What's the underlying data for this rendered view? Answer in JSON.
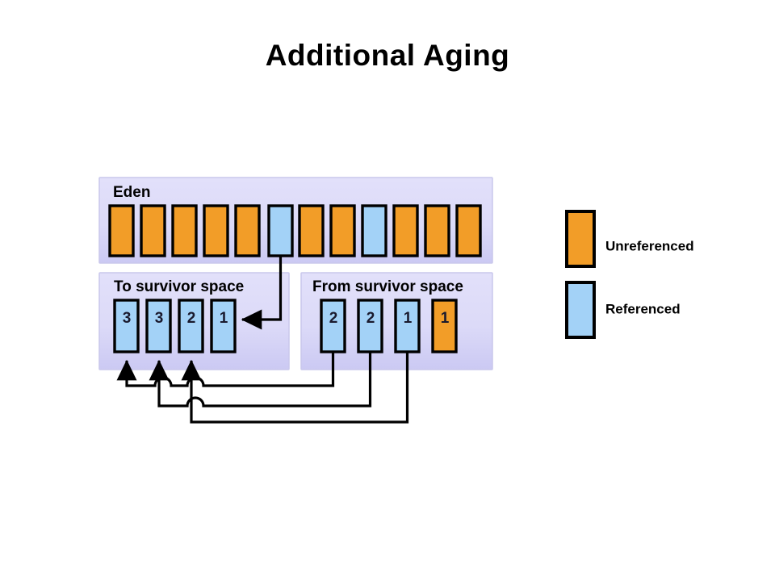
{
  "slide": {
    "title": "Additional Aging",
    "background_color": "#ffffff"
  },
  "colors": {
    "unreferenced": "#F29D28",
    "referenced": "#A3D2F7",
    "block_border": "#000000",
    "panel_top": "#DFDDF9",
    "panel_bottom": "#CDCBF4",
    "panel_border": "#C9C7EC",
    "wire": "#000000",
    "title_text": "#000000"
  },
  "panels": {
    "eden": {
      "label": "Eden",
      "blocks": [
        {
          "state": "unreferenced",
          "value": ""
        },
        {
          "state": "unreferenced",
          "value": ""
        },
        {
          "state": "unreferenced",
          "value": ""
        },
        {
          "state": "unreferenced",
          "value": ""
        },
        {
          "state": "unreferenced",
          "value": ""
        },
        {
          "state": "referenced",
          "value": ""
        },
        {
          "state": "unreferenced",
          "value": ""
        },
        {
          "state": "unreferenced",
          "value": ""
        },
        {
          "state": "referenced",
          "value": ""
        },
        {
          "state": "unreferenced",
          "value": ""
        },
        {
          "state": "unreferenced",
          "value": ""
        },
        {
          "state": "unreferenced",
          "value": ""
        }
      ]
    },
    "to_survivor": {
      "label": "To survivor  space",
      "blocks": [
        {
          "state": "referenced",
          "value": "3"
        },
        {
          "state": "referenced",
          "value": "3"
        },
        {
          "state": "referenced",
          "value": "2"
        },
        {
          "state": "referenced",
          "value": "1"
        }
      ]
    },
    "from_survivor": {
      "label": "From survivor  space",
      "blocks": [
        {
          "state": "referenced",
          "value": "2"
        },
        {
          "state": "referenced",
          "value": "2"
        },
        {
          "state": "referenced",
          "value": "1"
        },
        {
          "state": "unreferenced",
          "value": "1"
        }
      ]
    }
  },
  "legend": {
    "items": [
      {
        "label": "Unreferenced",
        "state": "unreferenced"
      },
      {
        "label": "Referenced",
        "state": "referenced"
      }
    ]
  },
  "connections": [
    {
      "from": "eden-block-6",
      "to": "to-survivor-block-4",
      "note": "copy referenced object from Eden into To survivor space"
    },
    {
      "from": "from-survivor-block-1",
      "to": "to-survivor-block-1",
      "note": "promote aged survivor"
    },
    {
      "from": "from-survivor-block-2",
      "to": "to-survivor-block-2",
      "note": "promote aged survivor"
    },
    {
      "from": "from-survivor-block-3",
      "to": "to-survivor-block-3",
      "note": "promote aged survivor"
    }
  ]
}
